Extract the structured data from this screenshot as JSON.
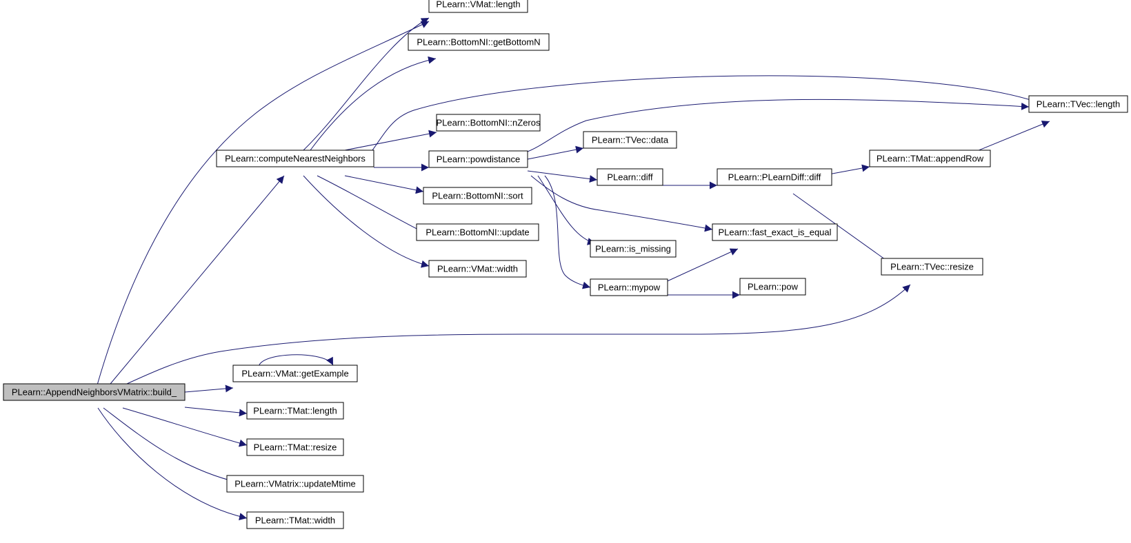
{
  "colors": {
    "edge": "#191970",
    "root_fill": "#bfbfbf",
    "node_fill": "#ffffff",
    "border": "#000000"
  },
  "nodes": [
    {
      "id": "root",
      "label": "PLearn::AppendNeighborsVMatrix::build_",
      "root": true
    },
    {
      "id": "cnn",
      "label": "PLearn::computeNearestNeighbors"
    },
    {
      "id": "vmat_length",
      "label": "PLearn::VMat::length"
    },
    {
      "id": "getbottomn",
      "label": "PLearn::BottomNI::getBottomN"
    },
    {
      "id": "nzeros",
      "label": "PLearn::BottomNI::nZeros"
    },
    {
      "id": "powdistance",
      "label": "PLearn::powdistance"
    },
    {
      "id": "sort",
      "label": "PLearn::BottomNI::sort"
    },
    {
      "id": "update",
      "label": "PLearn::BottomNI::update"
    },
    {
      "id": "vmat_width",
      "label": "PLearn::VMat::width"
    },
    {
      "id": "tvec_length",
      "label": "PLearn::TVec::length"
    },
    {
      "id": "tvec_data",
      "label": "PLearn::TVec::data"
    },
    {
      "id": "diff",
      "label": "PLearn::diff"
    },
    {
      "id": "pldiff",
      "label": "PLearn::PLearnDiff::diff"
    },
    {
      "id": "appendrow",
      "label": "PLearn::TMat::appendRow"
    },
    {
      "id": "fastequal",
      "label": "PLearn::fast_exact_is_equal"
    },
    {
      "id": "ismissing",
      "label": "PLearn::is_missing"
    },
    {
      "id": "mypow",
      "label": "PLearn::mypow"
    },
    {
      "id": "pow",
      "label": "PLearn::pow"
    },
    {
      "id": "tvec_resize",
      "label": "PLearn::TVec::resize"
    },
    {
      "id": "getexample",
      "label": "PLearn::VMat::getExample"
    },
    {
      "id": "tmat_length",
      "label": "PLearn::TMat::length"
    },
    {
      "id": "tmat_resize",
      "label": "PLearn::TMat::resize"
    },
    {
      "id": "updatemtime",
      "label": "PLearn::VMatrix::updateMtime"
    },
    {
      "id": "tmat_width",
      "label": "PLearn::TMat::width"
    }
  ],
  "edges": [
    {
      "from": "root",
      "to": "cnn"
    },
    {
      "from": "root",
      "to": "vmat_length"
    },
    {
      "from": "root",
      "to": "tvec_resize"
    },
    {
      "from": "root",
      "to": "getexample"
    },
    {
      "from": "root",
      "to": "tmat_length"
    },
    {
      "from": "root",
      "to": "tmat_resize"
    },
    {
      "from": "root",
      "to": "updatemtime"
    },
    {
      "from": "root",
      "to": "tmat_width"
    },
    {
      "from": "cnn",
      "to": "vmat_length"
    },
    {
      "from": "cnn",
      "to": "getbottomn"
    },
    {
      "from": "cnn",
      "to": "nzeros"
    },
    {
      "from": "cnn",
      "to": "powdistance"
    },
    {
      "from": "cnn",
      "to": "sort"
    },
    {
      "from": "cnn",
      "to": "update"
    },
    {
      "from": "cnn",
      "to": "vmat_width"
    },
    {
      "from": "cnn",
      "to": "tvec_length"
    },
    {
      "from": "powdistance",
      "to": "tvec_length"
    },
    {
      "from": "powdistance",
      "to": "tvec_data"
    },
    {
      "from": "powdistance",
      "to": "diff"
    },
    {
      "from": "powdistance",
      "to": "fastequal"
    },
    {
      "from": "powdistance",
      "to": "ismissing"
    },
    {
      "from": "powdistance",
      "to": "mypow"
    },
    {
      "from": "diff",
      "to": "pldiff"
    },
    {
      "from": "pldiff",
      "to": "appendrow"
    },
    {
      "from": "pldiff",
      "to": "tvec_resize"
    },
    {
      "from": "appendrow",
      "to": "tvec_length"
    },
    {
      "from": "mypow",
      "to": "fastequal"
    },
    {
      "from": "mypow",
      "to": "pow"
    },
    {
      "from": "getexample",
      "to": "getexample"
    }
  ]
}
